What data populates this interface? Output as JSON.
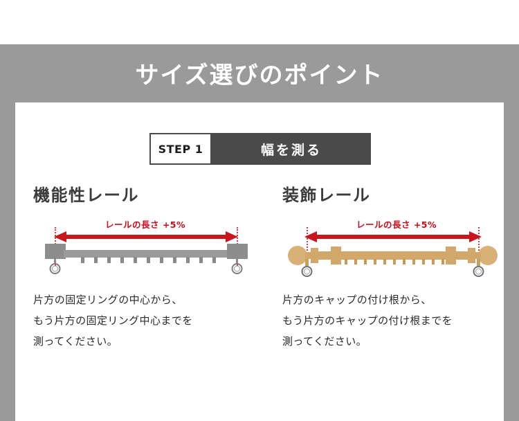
{
  "banner": {
    "title": "サイズ選びのポイント",
    "bg_color": "#9a9a9a",
    "text_color": "#ffffff"
  },
  "step": {
    "number_label": "STEP 1",
    "title_label": "幅を測る",
    "number_bg": "#ffffff",
    "title_bg": "#4a4a4a"
  },
  "measure_label": "レールの長さ +5%",
  "measure_color": "#cc0a18",
  "columns": [
    {
      "heading": "機能性レール",
      "diagram_type": "functional-rail",
      "caption_lines": [
        "片方の固定リングの中心から、",
        "もう片方の固定リング中心までを",
        "測ってください。"
      ]
    },
    {
      "heading": "装飾レール",
      "diagram_type": "decorative-rail",
      "caption_lines": [
        "片方のキャップの付け根から、",
        "もう片方のキャップの付け根までを",
        "測ってください。"
      ]
    }
  ]
}
